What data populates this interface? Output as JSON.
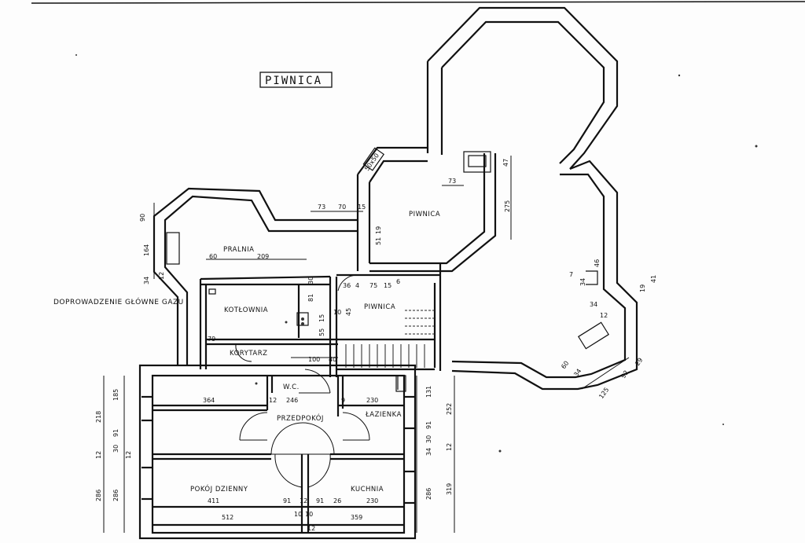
{
  "plan": {
    "title": "PIWNICA",
    "note": "DOPROWADZENIE GŁÓWNE GAZU",
    "rooms": {
      "pralnia": "PRALNIA",
      "kotlownia": "KOTŁOWNIA",
      "korytarz": "KORYTARZ",
      "piwnica_center": "PIWNICA",
      "piwnica_upper": "PIWNICA",
      "wc": "W.C.",
      "przedpokoj": "PRZEDPOKÓJ",
      "lazienka": "ŁAZIENKA",
      "pokoj_dzienny": "POKÓJ DZIENNY",
      "kuchnia": "KUCHNIA"
    },
    "dimensions": {
      "d73a": "73",
      "d70": "70",
      "d15a": "15",
      "d60": "60",
      "d209": "209",
      "d90": "90",
      "d164": "164",
      "d34a": "34",
      "d12a": "12",
      "d30a": "30",
      "d81": "81",
      "d15b": "15",
      "d55": "55",
      "d36": "36",
      "d4": "4",
      "d75": "75",
      "d15c": "15",
      "d6": "6",
      "d10": "10",
      "d45": "45",
      "d100": "100",
      "d40": "40",
      "d79": "79",
      "d73b": "73",
      "d47": "47",
      "d275": "275",
      "d51": "51",
      "d19a": "19",
      "d5050": "50x50",
      "d7": "7",
      "d34b": "34",
      "d46": "46",
      "d19b": "19",
      "d41": "41",
      "d34c": "34",
      "d12b": "12",
      "d60b": "60",
      "d34d": "34",
      "d125": "125",
      "d92": "92",
      "d29": "29",
      "d364": "364",
      "d12c": "12",
      "d246": "246",
      "d9": "9",
      "d230a": "230",
      "d131": "131",
      "d252": "252",
      "d91a": "91",
      "d30b": "30",
      "d34e": "34",
      "d12d": "12",
      "d286a": "286",
      "d319": "319",
      "d411": "411",
      "d91b": "91",
      "d12e": "12",
      "d91c": "91",
      "d26": "26",
      "d230b": "230",
      "d10b": "10",
      "d10c": "10",
      "d512": "512",
      "d359": "359",
      "d12f": "12",
      "d185": "185",
      "d218": "218",
      "d91d": "91",
      "d30c": "30",
      "d12g": "12",
      "d12h": "12",
      "d286b": "286",
      "d286c": "286"
    }
  }
}
